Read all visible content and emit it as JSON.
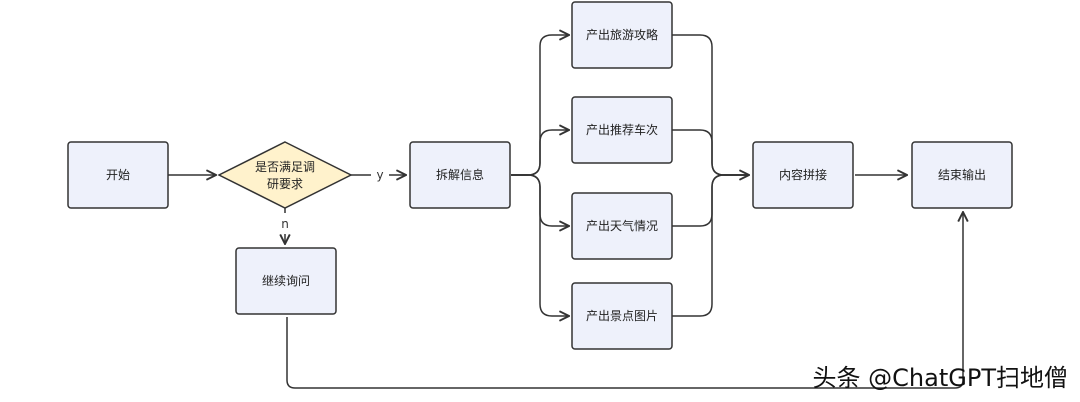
{
  "colors": {
    "node_fill": "#EEF1FB",
    "decision_fill": "#FFF2CC",
    "stroke": "#333333"
  },
  "nodes": {
    "start": "开始",
    "decision_line1": "是否满足调",
    "decision_line2": "研要求",
    "parse": "拆解信息",
    "continue_ask": "继续询问",
    "task1": "产出旅游攻略",
    "task2": "产出推荐车次",
    "task3": "产出天气情况",
    "task4": "产出景点图片",
    "merge": "内容拼接",
    "end": "结束输出"
  },
  "edge_labels": {
    "yes": "y",
    "no": "n"
  },
  "watermark": "头条 @ChatGPT扫地僧"
}
